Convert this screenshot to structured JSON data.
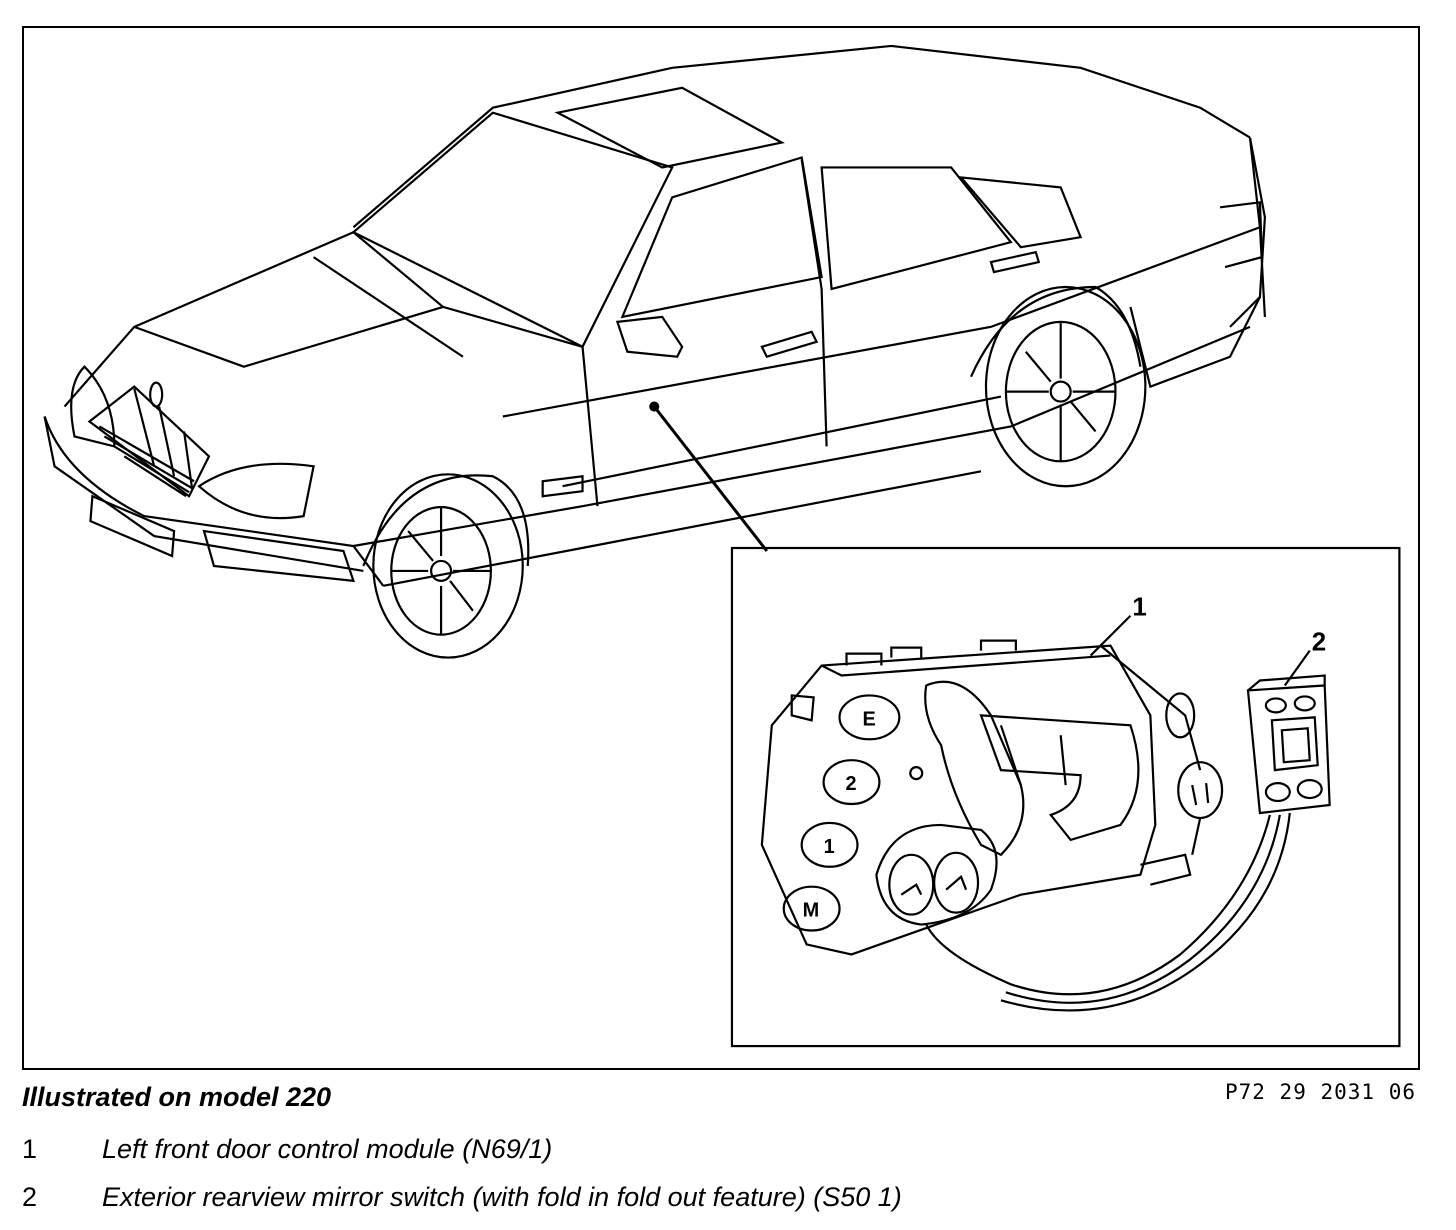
{
  "caption": {
    "title": "Illustrated on model 220",
    "figure_code": "P72 29 2031 06"
  },
  "legend": [
    {
      "number": "1",
      "text": "Left front door control module (N69/1)"
    },
    {
      "number": "2",
      "text": "Exterior rearview mirror switch (with fold in fold out feature) (S50 1)"
    }
  ],
  "callouts": {
    "module": "1",
    "mirror_switch": "2"
  },
  "module_buttons": {
    "e": "E",
    "two": "2",
    "one": "1",
    "m": "M"
  }
}
